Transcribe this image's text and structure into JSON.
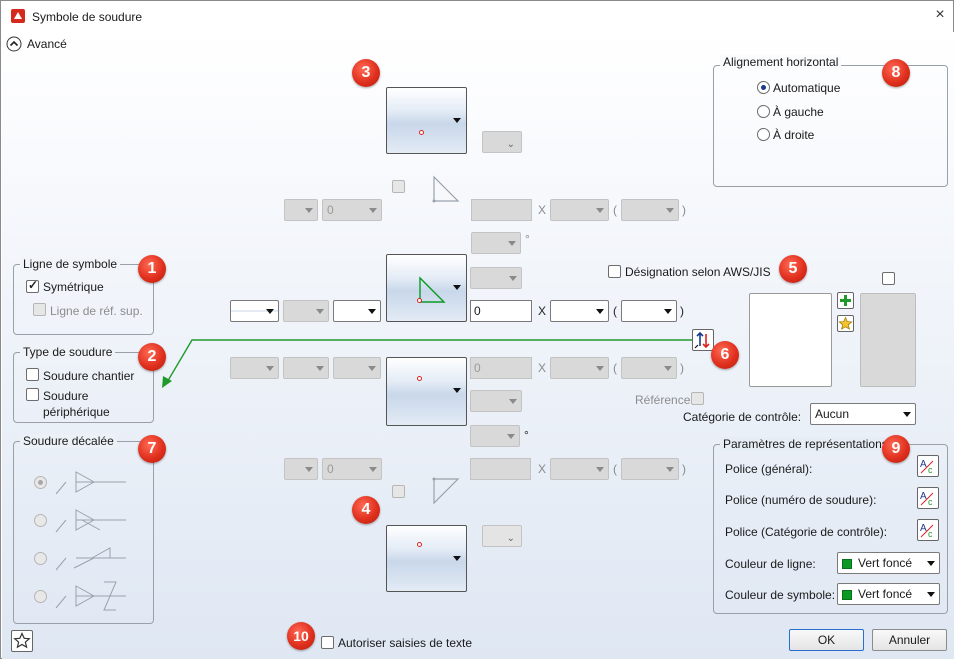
{
  "window": {
    "title": "Symbole de soudure",
    "close_icon": "×"
  },
  "advanced": {
    "label": "Avancé"
  },
  "markers": [
    "3",
    "1",
    "5",
    "2",
    "6",
    "7",
    "8",
    "9",
    "4",
    "10"
  ],
  "horizontal_alignment": {
    "label": "Alignement horizontal",
    "options": [
      "Automatique",
      "À gauche",
      "À droite"
    ],
    "selected": "Automatique"
  },
  "symbol_line": {
    "label": "Ligne de symbole",
    "symmetric_label": "Symétrique",
    "upper_ref_label": "Ligne de réf. sup."
  },
  "weld_type": {
    "label": "Type de soudure",
    "site_weld_label": "Soudure chantier",
    "peripheral_weld_label_1": "Soudure",
    "peripheral_weld_label_2": "périphérique"
  },
  "offset_weld": {
    "label": "Soudure décalée"
  },
  "center": {
    "size_value": "0",
    "size_value_disabled": "0",
    "x_label": "X",
    "paren_open": "(",
    "paren_close": ")",
    "degree": "°",
    "degree2": "°"
  },
  "aws": {
    "label": "Désignation selon AWS/JIS",
    "reference_label": "Référence",
    "control_category_label": "Catégorie de contrôle:",
    "control_category_value": "Aucun"
  },
  "representation": {
    "label": "Paramètres de représentations",
    "font_general": "Police (général):",
    "font_weld_number": "Police (numéro de soudure):",
    "font_control_category": "Police (Catégorie de contrôle):",
    "line_color_label": "Couleur de ligne:",
    "line_color_value": "Vert foncé",
    "symbol_color_label": "Couleur de symbole:",
    "symbol_color_value": "Vert foncé",
    "color_hex": "#0a9a22"
  },
  "footer": {
    "allow_text_label": "Autoriser saisies de texte",
    "ok_label": "OK",
    "cancel_label": "Annuler"
  },
  "colors": {
    "marker_red": "#e0301e",
    "arrow_green": "#1f9a2a",
    "accent_blue": "#1b3a8c"
  }
}
